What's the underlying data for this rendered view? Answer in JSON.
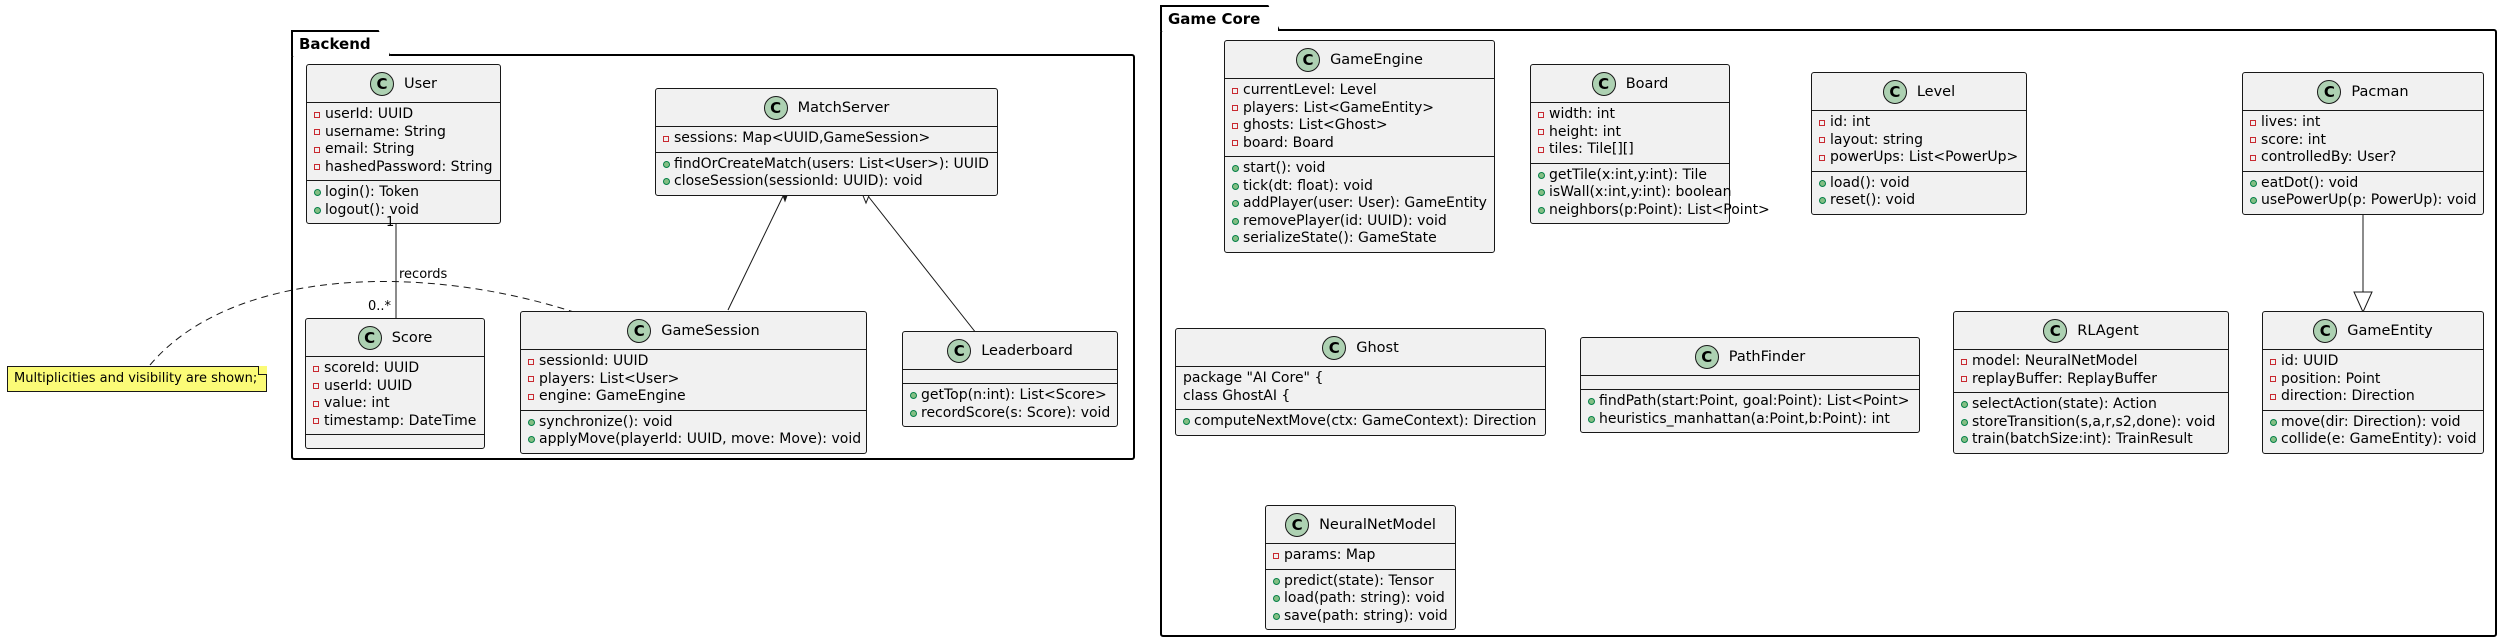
{
  "packages": {
    "backend": "Backend",
    "game_core": "Game Core"
  },
  "classes": {
    "user": {
      "name": "User",
      "stereotype": "C",
      "attributes": [
        {
          "vis": "private",
          "text": "userId: UUID"
        },
        {
          "vis": "private",
          "text": "username: String"
        },
        {
          "vis": "private",
          "text": "email: String"
        },
        {
          "vis": "private",
          "text": "hashedPassword: String"
        }
      ],
      "methods": [
        {
          "vis": "public",
          "text": "login(): Token"
        },
        {
          "vis": "public",
          "text": "logout(): void"
        }
      ]
    },
    "match_server": {
      "name": "MatchServer",
      "stereotype": "C",
      "attributes": [
        {
          "vis": "private",
          "text": "sessions: Map<UUID,GameSession>"
        }
      ],
      "methods": [
        {
          "vis": "public",
          "text": "findOrCreateMatch(users: List<User>): UUID"
        },
        {
          "vis": "public",
          "text": "closeSession(sessionId: UUID): void"
        }
      ]
    },
    "score": {
      "name": "Score",
      "stereotype": "C",
      "attributes": [
        {
          "vis": "private",
          "text": "scoreId: UUID"
        },
        {
          "vis": "private",
          "text": "userId: UUID"
        },
        {
          "vis": "private",
          "text": "value: int"
        },
        {
          "vis": "private",
          "text": "timestamp: DateTime"
        }
      ],
      "methods": []
    },
    "game_session": {
      "name": "GameSession",
      "stereotype": "C",
      "attributes": [
        {
          "vis": "private",
          "text": "sessionId: UUID"
        },
        {
          "vis": "private",
          "text": "players: List<User>"
        },
        {
          "vis": "private",
          "text": "engine: GameEngine"
        }
      ],
      "methods": [
        {
          "vis": "public",
          "text": "synchronize(): void"
        },
        {
          "vis": "public",
          "text": "applyMove(playerId: UUID, move: Move): void"
        }
      ]
    },
    "leaderboard": {
      "name": "Leaderboard",
      "stereotype": "C",
      "attributes": [],
      "methods": [
        {
          "vis": "public",
          "text": "getTop(n:int): List<Score>"
        },
        {
          "vis": "public",
          "text": "recordScore(s: Score): void"
        }
      ]
    },
    "game_engine": {
      "name": "GameEngine",
      "stereotype": "C",
      "attributes": [
        {
          "vis": "private",
          "text": "currentLevel: Level"
        },
        {
          "vis": "private",
          "text": "players: List<GameEntity>"
        },
        {
          "vis": "private",
          "text": "ghosts: List<Ghost>"
        },
        {
          "vis": "private",
          "text": "board: Board"
        }
      ],
      "methods": [
        {
          "vis": "public",
          "text": "start(): void"
        },
        {
          "vis": "public",
          "text": "tick(dt: float): void"
        },
        {
          "vis": "public",
          "text": "addPlayer(user: User): GameEntity"
        },
        {
          "vis": "public",
          "text": "removePlayer(id: UUID): void"
        },
        {
          "vis": "public",
          "text": "serializeState(): GameState"
        }
      ]
    },
    "board": {
      "name": "Board",
      "stereotype": "C",
      "attributes": [
        {
          "vis": "private",
          "text": "width: int"
        },
        {
          "vis": "private",
          "text": "height: int"
        },
        {
          "vis": "private",
          "text": "tiles: Tile[][]"
        }
      ],
      "methods": [
        {
          "vis": "public",
          "text": "getTile(x:int,y:int): Tile"
        },
        {
          "vis": "public",
          "text": "isWall(x:int,y:int): boolean"
        },
        {
          "vis": "public",
          "text": "neighbors(p:Point): List<Point>"
        }
      ]
    },
    "level": {
      "name": "Level",
      "stereotype": "C",
      "attributes": [
        {
          "vis": "private",
          "text": "id: int"
        },
        {
          "vis": "private",
          "text": "layout: string"
        },
        {
          "vis": "private",
          "text": "powerUps: List<PowerUp>"
        }
      ],
      "methods": [
        {
          "vis": "public",
          "text": "load(): void"
        },
        {
          "vis": "public",
          "text": "reset(): void"
        }
      ]
    },
    "pacman": {
      "name": "Pacman",
      "stereotype": "C",
      "attributes": [
        {
          "vis": "private",
          "text": "lives: int"
        },
        {
          "vis": "private",
          "text": "score: int"
        },
        {
          "vis": "private",
          "text": "controlledBy: User?"
        }
      ],
      "methods": [
        {
          "vis": "public",
          "text": "eatDot(): void"
        },
        {
          "vis": "public",
          "text": "usePowerUp(p: PowerUp): void"
        }
      ]
    },
    "ghost": {
      "name": "Ghost",
      "stereotype": "C",
      "raw_lines": [
        "package \"AI Core\" {",
        "class GhostAI {"
      ],
      "methods": [
        {
          "vis": "public",
          "text": "computeNextMove(ctx: GameContext): Direction"
        }
      ]
    },
    "path_finder": {
      "name": "PathFinder",
      "stereotype": "C",
      "attributes": [],
      "methods": [
        {
          "vis": "public",
          "text": "findPath(start:Point, goal:Point): List<Point>"
        },
        {
          "vis": "public",
          "text": "heuristics_manhattan(a:Point,b:Point): int"
        }
      ]
    },
    "rl_agent": {
      "name": "RLAgent",
      "stereotype": "C",
      "attributes": [
        {
          "vis": "private",
          "text": "model: NeuralNetModel"
        },
        {
          "vis": "private",
          "text": "replayBuffer: ReplayBuffer"
        }
      ],
      "methods": [
        {
          "vis": "public",
          "text": "selectAction(state): Action"
        },
        {
          "vis": "public",
          "text": "storeTransition(s,a,r,s2,done): void"
        },
        {
          "vis": "public",
          "text": "train(batchSize:int): TrainResult"
        }
      ]
    },
    "game_entity": {
      "name": "GameEntity",
      "stereotype": "C",
      "attributes": [
        {
          "vis": "private",
          "text": "id: UUID"
        },
        {
          "vis": "private",
          "text": "position: Point"
        },
        {
          "vis": "private",
          "text": "direction: Direction"
        }
      ],
      "methods": [
        {
          "vis": "public",
          "text": "move(dir: Direction): void"
        },
        {
          "vis": "public",
          "text": "collide(e: GameEntity): void"
        }
      ]
    },
    "neural_net_model": {
      "name": "NeuralNetModel",
      "stereotype": "C",
      "attributes": [
        {
          "vis": "private",
          "text": "params: Map"
        }
      ],
      "methods": [
        {
          "vis": "public",
          "text": "predict(state): Tensor"
        },
        {
          "vis": "public",
          "text": "load(path: string): void"
        },
        {
          "vis": "public",
          "text": "save(path: string): void"
        }
      ]
    }
  },
  "relations": {
    "user_score_mult_src": "1",
    "user_score_mult_dst": "0..*",
    "user_score_label": "records"
  },
  "note": {
    "text": "Multiplicities and visibility are shown;"
  },
  "colors": {
    "class_fill": "#f1f1f1",
    "class_icon": "#add1b2",
    "note_fill": "#fbfb77",
    "private_marker": "#c82930",
    "public_marker": "#84be84"
  }
}
